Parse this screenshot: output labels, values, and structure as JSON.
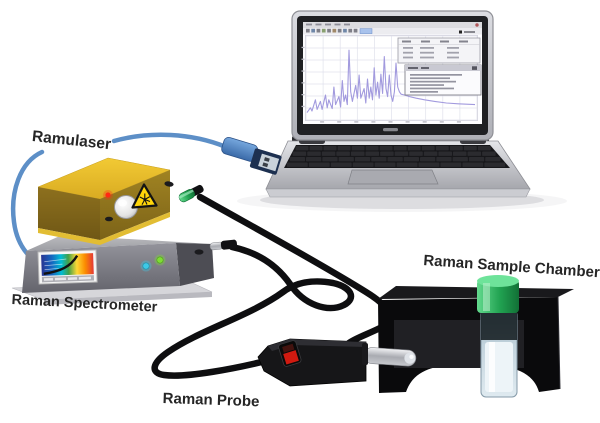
{
  "title": "Raman spectroscopy system setup diagram",
  "labels": {
    "laser": "Ramulaser",
    "spectrometer": "Raman Spectrometer",
    "probe": "Raman Probe",
    "chamber": "Raman Sample Chamber"
  },
  "icons": {
    "laser_warning": "laser-warning-triangle",
    "spectrum_logo": "rainbow-spectrum-label",
    "usb_plug": "usb-a-connector",
    "power_knob": "rotary-knob",
    "leds": [
      "red-laser-led",
      "cyan-status-led",
      "green-status-led"
    ]
  },
  "chart_data": {
    "type": "line",
    "title": "",
    "xlabel": "",
    "ylabel": "",
    "description": "Raman spectrum trace shown in acquisition software on the laptop screen; sharp peaks on the left half followed by a slowly decaying baseline tail; axis tick labels too small to read",
    "grid": true,
    "grid_divisions_x": 10,
    "grid_divisions_y": 7,
    "legend_position": "top-right",
    "trace_color": "#a29ade",
    "x_range_pct": [
      0,
      100
    ],
    "y_range_pct": [
      0,
      100
    ],
    "series": [
      {
        "name": "raman-spectrum",
        "points": [
          [
            0,
            8
          ],
          [
            2,
            14
          ],
          [
            3,
            10
          ],
          [
            5,
            24
          ],
          [
            6,
            12
          ],
          [
            8,
            22
          ],
          [
            9,
            12
          ],
          [
            11,
            30
          ],
          [
            12,
            14
          ],
          [
            13,
            24
          ],
          [
            15,
            13
          ],
          [
            16,
            40
          ],
          [
            17,
            18
          ],
          [
            19,
            28
          ],
          [
            20,
            15
          ],
          [
            21,
            48
          ],
          [
            22,
            22
          ],
          [
            23,
            30
          ],
          [
            24,
            18
          ],
          [
            25,
            86
          ],
          [
            26,
            34
          ],
          [
            27,
            22
          ],
          [
            29,
            42
          ],
          [
            30,
            26
          ],
          [
            31,
            55
          ],
          [
            32,
            26
          ],
          [
            34,
            38
          ],
          [
            35,
            20
          ],
          [
            36,
            50
          ],
          [
            37,
            26
          ],
          [
            38,
            40
          ],
          [
            39,
            24
          ],
          [
            40,
            64
          ],
          [
            41,
            30
          ],
          [
            42,
            46
          ],
          [
            43,
            26
          ],
          [
            44,
            56
          ],
          [
            45,
            32
          ],
          [
            46,
            78
          ],
          [
            47,
            38
          ],
          [
            48,
            28
          ],
          [
            49,
            55
          ],
          [
            50,
            30
          ],
          [
            51,
            22
          ],
          [
            52,
            34
          ],
          [
            53,
            70
          ],
          [
            54,
            40
          ],
          [
            55,
            34
          ],
          [
            56,
            31
          ],
          [
            58,
            30
          ],
          [
            61,
            28
          ],
          [
            65,
            26
          ],
          [
            70,
            24
          ],
          [
            76,
            22
          ],
          [
            83,
            20
          ],
          [
            90,
            19
          ],
          [
            100,
            18
          ]
        ]
      }
    ]
  },
  "colors": {
    "background": "#ffffff",
    "label_text": "#262626",
    "laser_top_gold": "#edc32e",
    "laser_front_gold": "#8f7420",
    "warning_triangle": "#ffd60a",
    "laser_led_red": "#ff2a14",
    "spectrometer_gray": "#7c7c84",
    "led_cyan": "#3ec9e6",
    "led_green": "#7fdc35",
    "usb_cable_blue": "#5d8fc7",
    "usb_plug_navy": "#1d3050",
    "fiber_cable_black": "#0e0e10",
    "fiber_connector_green": "#2fae53",
    "probe_black": "#161618",
    "probe_button_red": "#d01a10",
    "chamber_black": "#0a0a0c",
    "vial_cap_green": "#27a94f",
    "vial_liquid": "#e9f2f7",
    "spectrum_trace": "#a29ade"
  }
}
